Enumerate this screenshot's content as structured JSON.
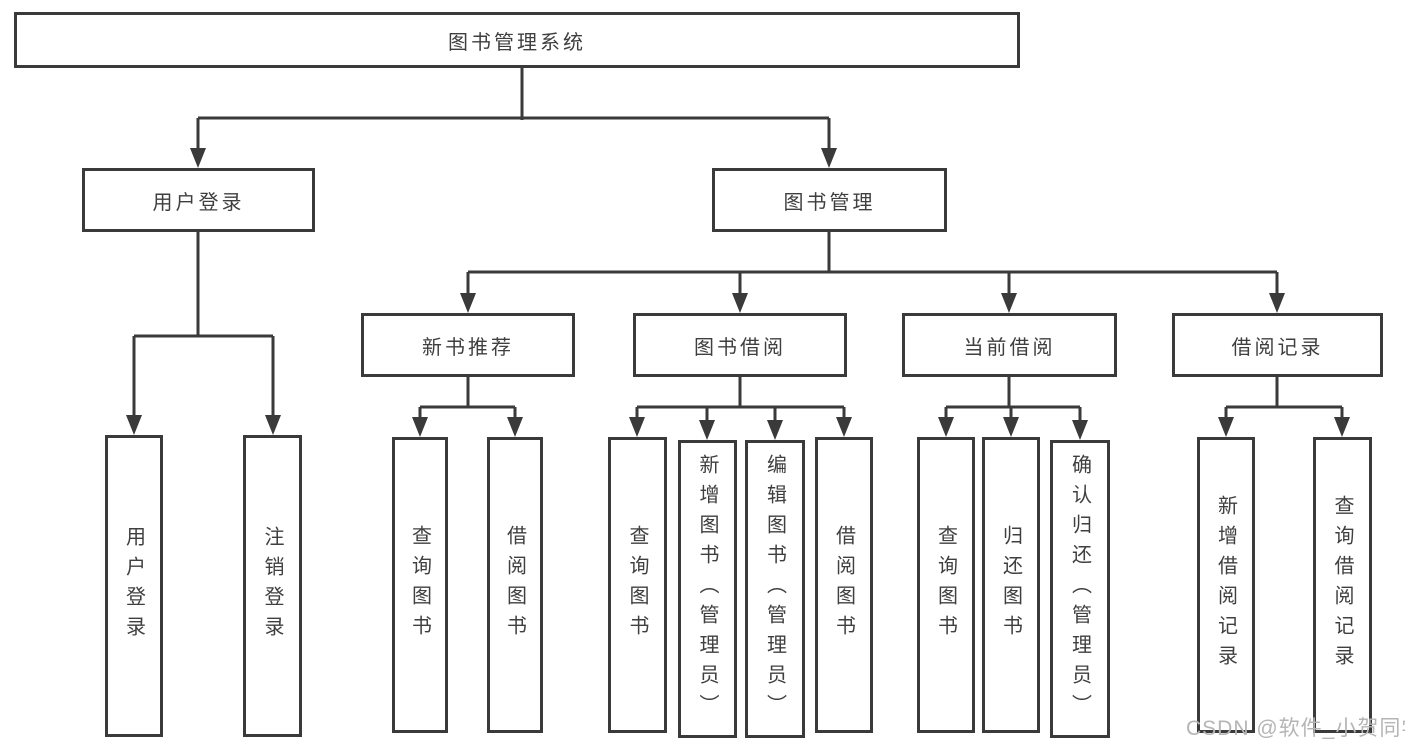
{
  "tree": {
    "label": "图书管理系统",
    "children": [
      {
        "label": "用户登录",
        "children": [
          {
            "label": "用户登录"
          },
          {
            "label": "注销登录"
          }
        ]
      },
      {
        "label": "图书管理",
        "children": [
          {
            "label": "新书推荐",
            "children": [
              {
                "label": "查询图书"
              },
              {
                "label": "借阅图书"
              }
            ]
          },
          {
            "label": "图书借阅",
            "children": [
              {
                "label": "查询图书"
              },
              {
                "label": "新增图书（管理员）"
              },
              {
                "label": "编辑图书（管理员）"
              },
              {
                "label": "借阅图书"
              }
            ]
          },
          {
            "label": "当前借阅",
            "children": [
              {
                "label": "查询图书"
              },
              {
                "label": "归还图书"
              },
              {
                "label": "确认归还（管理员）"
              }
            ]
          },
          {
            "label": "借阅记录",
            "children": [
              {
                "label": "新增借阅记录"
              },
              {
                "label": "查询借阅记录"
              }
            ]
          }
        ]
      }
    ]
  },
  "watermark": {
    "text": "CSDN @软件_小贺同学"
  },
  "colors": {
    "line": "#3a3a3a",
    "text": "#3f3f3f",
    "background": "#ffffff",
    "watermark": "#b5b5b5"
  }
}
